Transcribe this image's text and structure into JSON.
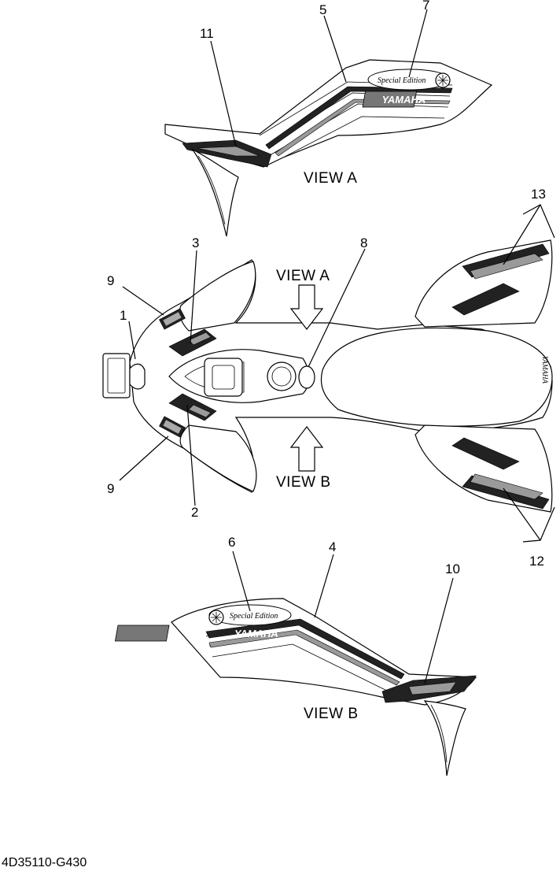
{
  "view_labels": {
    "view_a_top": "VIEW A",
    "view_a_arrow": "VIEW A",
    "view_b_arrow": "VIEW B",
    "view_b_bottom": "VIEW B"
  },
  "callouts": {
    "c1": "1",
    "c2": "2",
    "c3": "3",
    "c4": "4",
    "c5": "5",
    "c6": "6",
    "c7": "7",
    "c8": "8",
    "c9a": "9",
    "c9b": "9",
    "c10": "10",
    "c11": "11",
    "c12": "12",
    "c13": "13"
  },
  "decal_text": {
    "special_edition": "Special Edition",
    "brand": "YAMAHA"
  },
  "part_number": "4D35110-G430",
  "colors": {
    "ink": "#000000",
    "decal_dark": "#222222",
    "decal_mid": "#9a9a9a",
    "paper": "#ffffff"
  }
}
